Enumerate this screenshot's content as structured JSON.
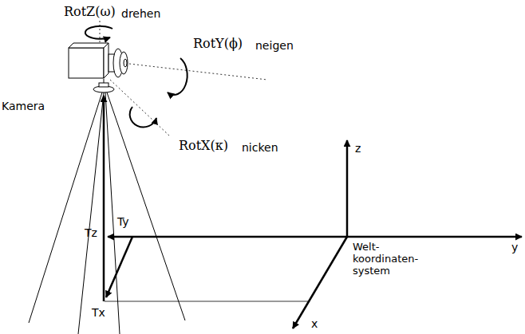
{
  "diagram": {
    "labels": [
      "RotZ(ω)",
      "drehen",
      "RotY(ϕ)",
      "neigen",
      "Kamera",
      "RotX(κ)",
      "nicken",
      "z",
      "Tz",
      "Ty",
      "Tx",
      "Welt- koordinaten- system",
      "y",
      "x"
    ]
  }
}
